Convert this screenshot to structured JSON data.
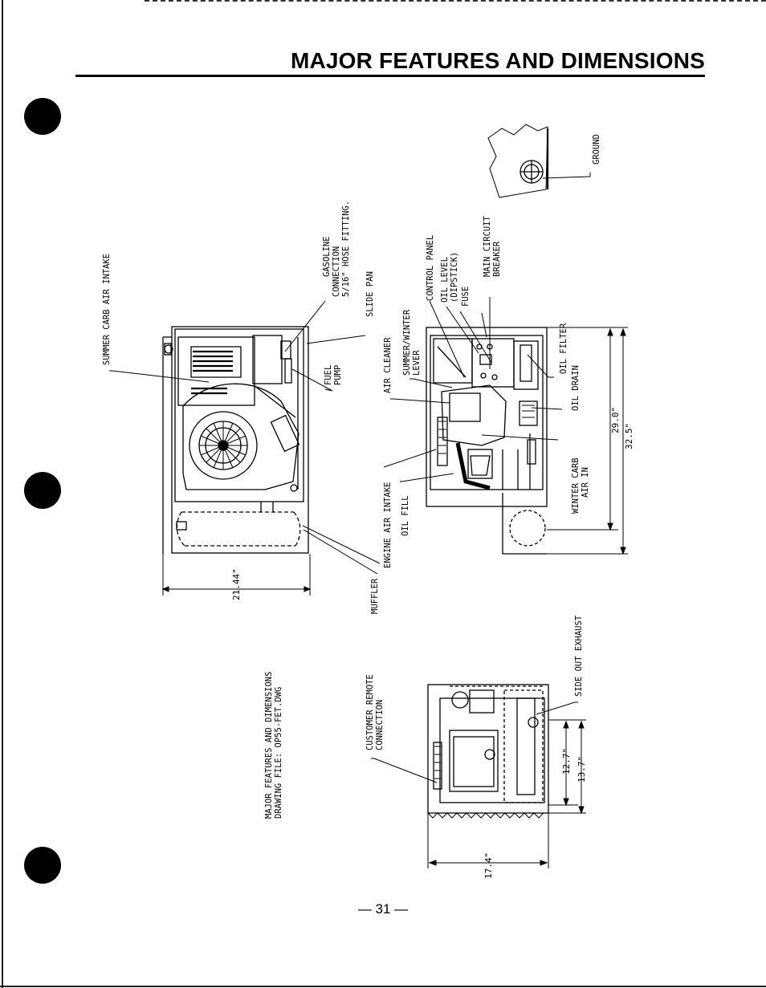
{
  "page": {
    "title": "MAJOR FEATURES AND DIMENSIONS",
    "page_number": "— 31 —"
  },
  "drawing_note": {
    "line1": "MAJOR FEATURES AND DIMENSIONS",
    "line2": "DRAWING FILE: OP55-FET.DWG"
  },
  "labels": {
    "summer_carb_air_intake": "SUMMER CARB AIR INTAKE",
    "gasoline_connection_1": "GASOLINE",
    "gasoline_connection_2": "CONNECTION",
    "gasoline_connection_3": "5/16\" HOSE FITTING.",
    "slide_pan": "SLIDE PAN",
    "fuel_pump_1": "FUEL",
    "fuel_pump_2": "PUMP",
    "muffler": "MUFFLER",
    "air_cleaner": "AIR CLEANER",
    "summer_winter_lever_1": "SUMMER/WINTER",
    "summer_winter_lever_2": "LEVER",
    "control_panel": "CONTROL PANEL",
    "oil_level_1": "OIL LEVEL",
    "oil_level_2": "(DIPSTICK)",
    "fuse": "FUSE",
    "main_circuit_breaker_1": "MAIN CIRCUIT",
    "main_circuit_breaker_2": "BREAKER",
    "ground": "GROUND",
    "oil_filter": "OIL FILTER",
    "oil_drain": "OIL DRAIN",
    "winter_carb_air_in_1": "WINTER CARB",
    "winter_carb_air_in_2": "AIR IN",
    "engine_air_intake": "ENGINE AIR INTAKE",
    "oil_fill": "OIL FILL",
    "customer_remote_connection_1": "CUSTOMER REMOTE",
    "customer_remote_connection_2": "CONNECTION",
    "side_out_exhaust": "SIDE OUT EXHAUST"
  },
  "dimensions": {
    "width_side": "21.44\"",
    "depth_inner": "29.0\"",
    "depth_outer": "32.5\"",
    "height_inner": "12.7\"",
    "height_outer": "13.7\"",
    "width_front": "17.4\""
  }
}
